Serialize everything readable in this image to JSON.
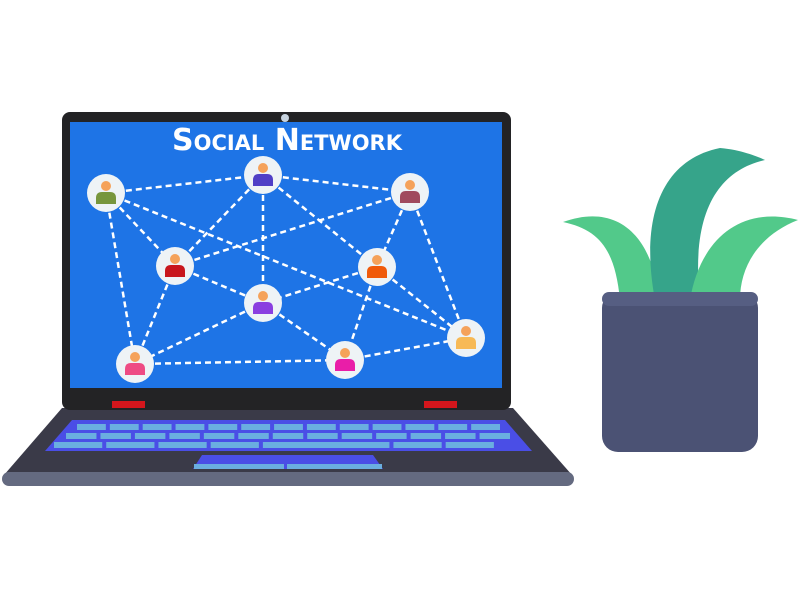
{
  "screen": {
    "title": "Social Network",
    "background": "#1e74e6"
  },
  "nodes": [
    {
      "id": "green",
      "color": "#77963c"
    },
    {
      "id": "indigo",
      "color": "#4f3fc6"
    },
    {
      "id": "maroon",
      "color": "#a04a5e"
    },
    {
      "id": "red",
      "color": "#c8161c"
    },
    {
      "id": "orange",
      "color": "#f05a0a"
    },
    {
      "id": "purple",
      "color": "#8a3fe0"
    },
    {
      "id": "yellow",
      "color": "#f7b955"
    },
    {
      "id": "pink",
      "color": "#ee4b84"
    },
    {
      "id": "magenta",
      "color": "#e91ea8"
    }
  ],
  "edges": [
    [
      "green",
      "indigo"
    ],
    [
      "indigo",
      "maroon"
    ],
    [
      "green",
      "red"
    ],
    [
      "green",
      "pink"
    ],
    [
      "green",
      "yellow"
    ],
    [
      "indigo",
      "red"
    ],
    [
      "indigo",
      "purple"
    ],
    [
      "indigo",
      "orange"
    ],
    [
      "maroon",
      "red"
    ],
    [
      "maroon",
      "orange"
    ],
    [
      "maroon",
      "yellow"
    ],
    [
      "red",
      "purple"
    ],
    [
      "red",
      "pink"
    ],
    [
      "orange",
      "purple"
    ],
    [
      "orange",
      "magenta"
    ],
    [
      "orange",
      "yellow"
    ],
    [
      "purple",
      "pink"
    ],
    [
      "purple",
      "magenta"
    ],
    [
      "pink",
      "magenta"
    ],
    [
      "magenta",
      "yellow"
    ]
  ],
  "colors": {
    "bezel": "#232325",
    "deck": "#3a3a48",
    "deck_edge": "#646a80",
    "keys": "#6aaee0",
    "keyboard_bg": "#4a4ee6",
    "indicator": "#d4161c",
    "pot": "#4b5274",
    "leaf_light": "#52c98a",
    "leaf_dark": "#36a48a"
  }
}
